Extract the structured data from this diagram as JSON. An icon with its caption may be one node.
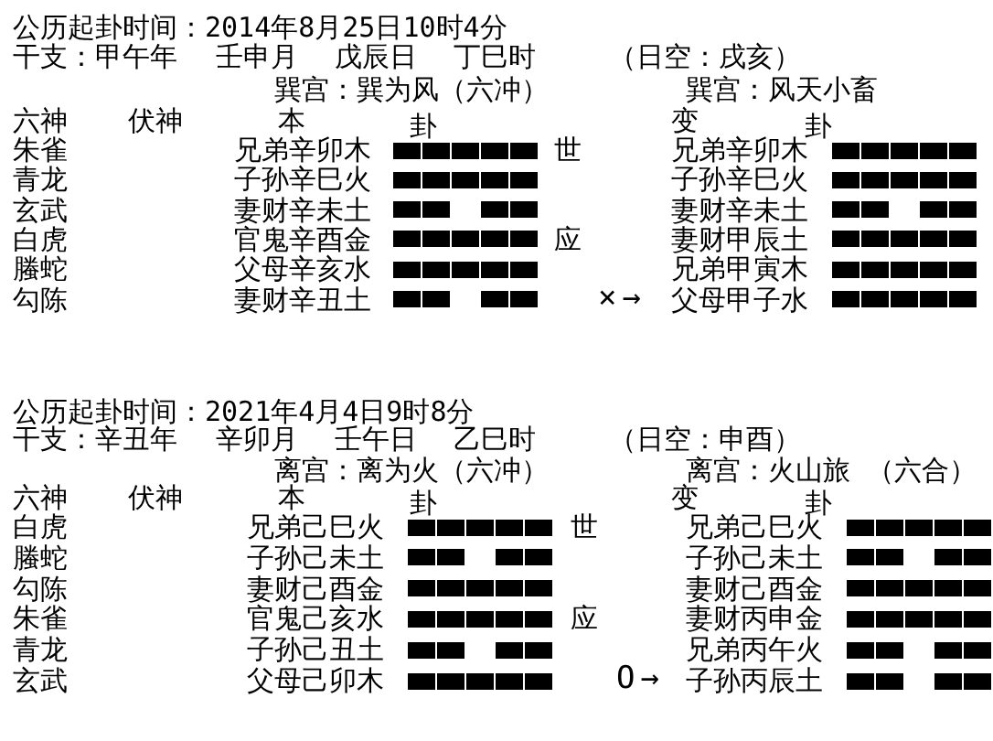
{
  "diagram": {
    "labels": [
      "公历起卦时间：2014年8月25日10时4分",
      "干支：甲午年",
      "壬申月",
      "戊辰日",
      "丁巳时",
      "（日空：戌亥）",
      "巽宫：巽为风（六冲）",
      "巽宫：风天小畜",
      "六神",
      "伏神",
      "本",
      "卦",
      "变",
      "卦",
      "朱雀",
      "兄弟辛卯木",
      "世",
      "兄弟辛卯木",
      "青龙",
      "子孙辛巳火",
      "子孙辛巳火",
      "玄武",
      "妻财辛未土",
      "妻财辛未土",
      "白虎",
      "官鬼辛酉金",
      "应",
      "妻财甲辰土",
      "螣蛇",
      "父母辛亥水",
      "兄弟甲寅木",
      "勾陈",
      "妻财辛丑土",
      "×→",
      "父母甲子水",
      "公历起卦时间：2021年4月4日9时8分",
      "干支：辛丑年",
      "辛卯月",
      "壬午日",
      "乙巳时",
      "（日空：申酉）",
      "离宫：离为火（六冲）",
      "离宫：火山旅 （六合）",
      "六神",
      "伏神",
      "本",
      "卦",
      "变",
      "卦",
      "白虎",
      "兄弟己巳火",
      "世",
      "兄弟己巳火",
      "螣蛇",
      "子孙己未土",
      "子孙己未土",
      "勾陈",
      "妻财己酉金",
      "妻财己酉金",
      "朱雀",
      "官鬼己亥水",
      "应",
      "妻财丙申金",
      "青龙",
      "子孙己丑土",
      "兄弟丙午火",
      "玄武",
      "父母己卯木",
      "O→",
      "子孙丙辰土"
    ]
  }
}
